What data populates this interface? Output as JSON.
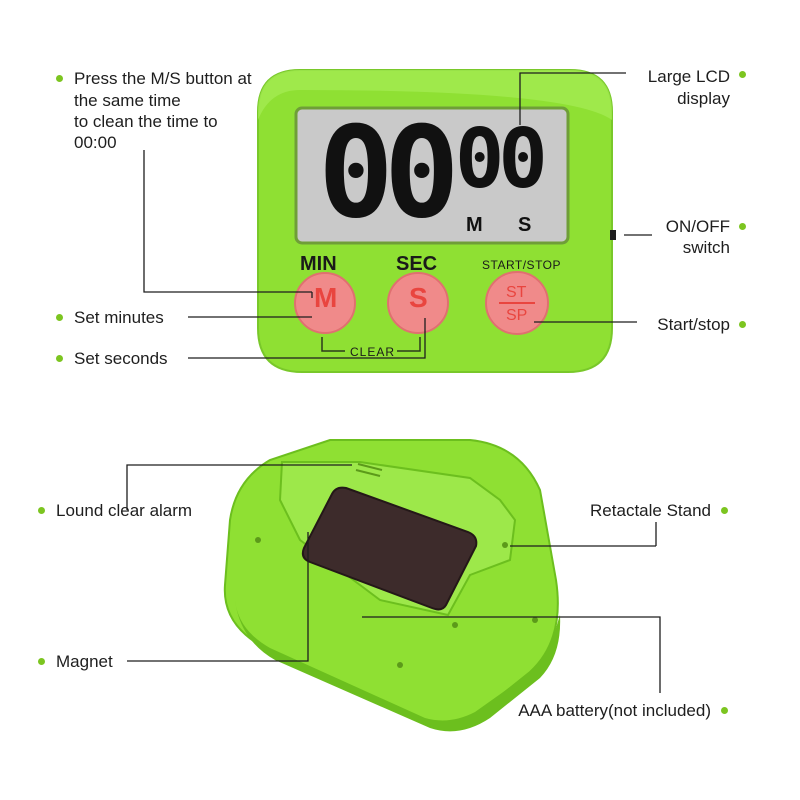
{
  "colors": {
    "body": "#8fe033",
    "body_dark": "#6cbf1e",
    "lcd": "#c9c9c9",
    "button": "#f08a8a",
    "button_text": "#e9453f",
    "bullet": "#7cc520"
  },
  "timer": {
    "minutes": "00",
    "seconds": "00",
    "unit_m": "M",
    "unit_s": "S",
    "min_label": "MIN",
    "sec_label": "SEC",
    "startstop_label": "START/STOP",
    "btn_m": "M",
    "btn_s": "S",
    "btn_st": "ST",
    "btn_sp": "SP",
    "clear_label": "CLEAR"
  },
  "callouts": {
    "press_ms_line1": "Press the M/S button at",
    "press_ms_line2": "the same time",
    "press_ms_line3": "to clean the time to",
    "press_ms_line4": "00:00",
    "set_minutes": "Set minutes",
    "set_seconds": "Set seconds",
    "lcd_line1": "Large LCD",
    "lcd_line2": "display",
    "onoff_line1": "ON/OFF",
    "onoff_line2": "switch",
    "start_stop": "Start/stop",
    "alarm": "Lound clear alarm",
    "stand": "Retactale Stand",
    "magnet": "Magnet",
    "battery": "AAA battery(not included)"
  },
  "icons": [
    "bullet-dot-icon",
    "timer-front-image",
    "timer-back-image"
  ]
}
